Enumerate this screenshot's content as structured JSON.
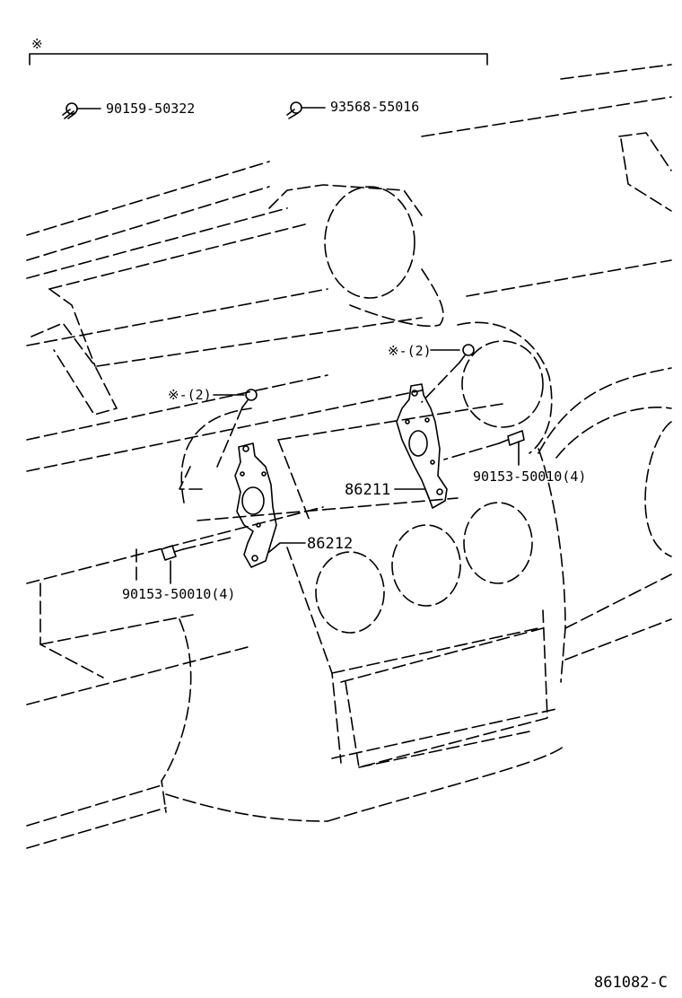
{
  "header": {
    "note_mark": "※"
  },
  "legend": {
    "part_a": "90159-50322",
    "part_b": "93568-55016"
  },
  "callouts": {
    "qty_left": "※-(2)",
    "qty_right": "※-(2)",
    "bracket_rh": "86211",
    "bracket_lh": "86212",
    "bolt_right": "90153-50010(4)",
    "bolt_left": "90153-50010(4)"
  },
  "footer": {
    "drawing_code": "861082-C"
  }
}
